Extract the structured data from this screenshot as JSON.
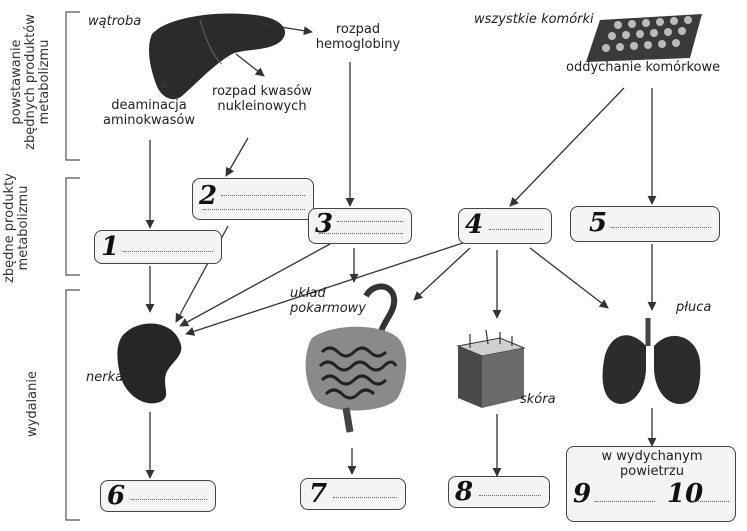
{
  "side_labels": {
    "formation": "powstawanie zbędnych produktów metabolizmu",
    "products": "zbędne produkty metabolizmu",
    "excretion": "wydalanie"
  },
  "labels": {
    "liver": "wątroba",
    "deamination": "deaminacja aminokwasów",
    "nucleic_breakdown": "rozpad kwasów nukleinowych",
    "hemoglobin_breakdown": "rozpad hemoglobiny",
    "all_cells": "wszystkie komórki",
    "cell_respiration": "oddychanie komórkowe",
    "digestive_system": "układ pokarmowy",
    "lungs": "płuca",
    "kidney": "nerka",
    "skin": "skóra",
    "exhaled_air": "w wydychanym powietrzu"
  },
  "blanks": [
    "1",
    "2",
    "3",
    "4",
    "5",
    "6",
    "7",
    "8",
    "9",
    "10"
  ]
}
